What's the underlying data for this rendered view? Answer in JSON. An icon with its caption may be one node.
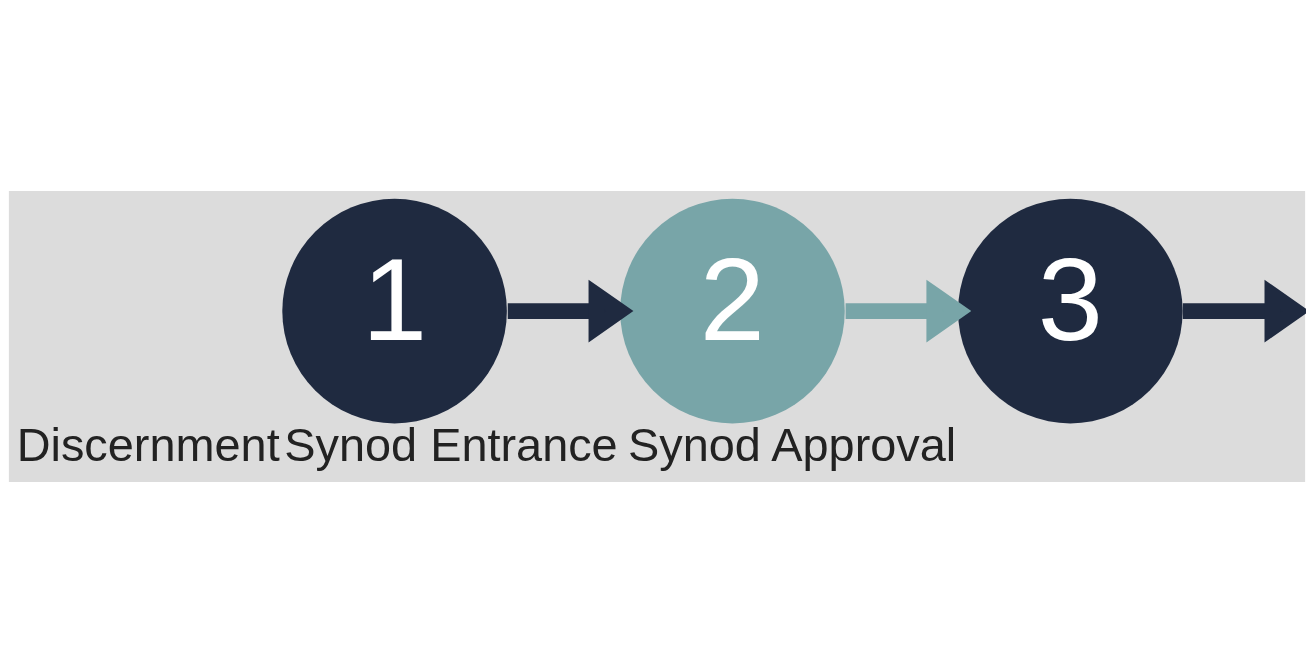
{
  "diagram": {
    "nodes": [
      {
        "text": [
          "1"
        ],
        "beside": [
          "Discernment"
        ]
      },
      {
        "text": [
          "2"
        ],
        "beside": [
          "Synod Entrance"
        ]
      },
      {
        "text": [
          "3"
        ],
        "beside": [
          "Synod Approval"
        ]
      }
    ],
    "edges": [
      {
        "from": 0,
        "to": 1,
        "arrow": "to"
      },
      {
        "from": 1,
        "to": 2,
        "arrow": "to",
        "color": "#78a5a8"
      },
      {
        "from": 2,
        "to": null,
        "arrow": "to"
      }
    ]
  }
}
